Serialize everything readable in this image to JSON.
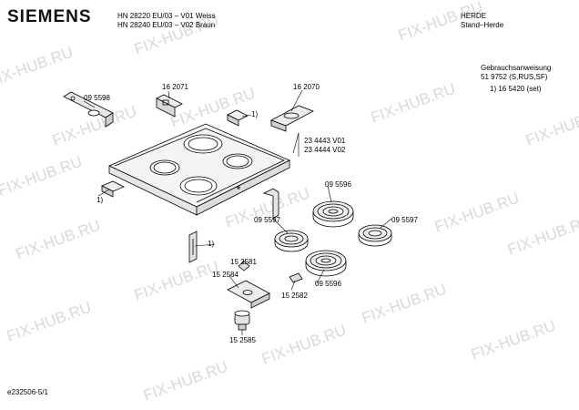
{
  "header": {
    "brand": "SIEMENS",
    "model_line_1": "HN 28220 EU/03 – V01 Weiss",
    "model_line_2": "HN 28240 EU/03 – V02 Braun",
    "category": "HERDE",
    "subcategory": "Stand–Herde"
  },
  "manual": {
    "title": "Gebrauchsanweisung",
    "number": "51 9752 (S,RUS,SF)",
    "set_note": "1) 16 5420 (set)"
  },
  "watermark": "FIX-HUB.RU",
  "parts": {
    "p095598": "09 5598",
    "p162071": "16 2071",
    "p162070": "16 2070",
    "p234443": "23 4443 V01",
    "p234444": "23 4444 V02",
    "p095596a": "09 5596",
    "p095597a": "09 5597",
    "p095597b": "09 5597",
    "p152581": "15 2581",
    "p152584": "15 2584",
    "p095596b": "09 5596",
    "p152582": "15 2582",
    "p152585": "15 2585",
    "note1a": "1)",
    "note1b": "1)",
    "note1c": "1)"
  },
  "footer": {
    "doc_id": "e232506-5/1"
  }
}
